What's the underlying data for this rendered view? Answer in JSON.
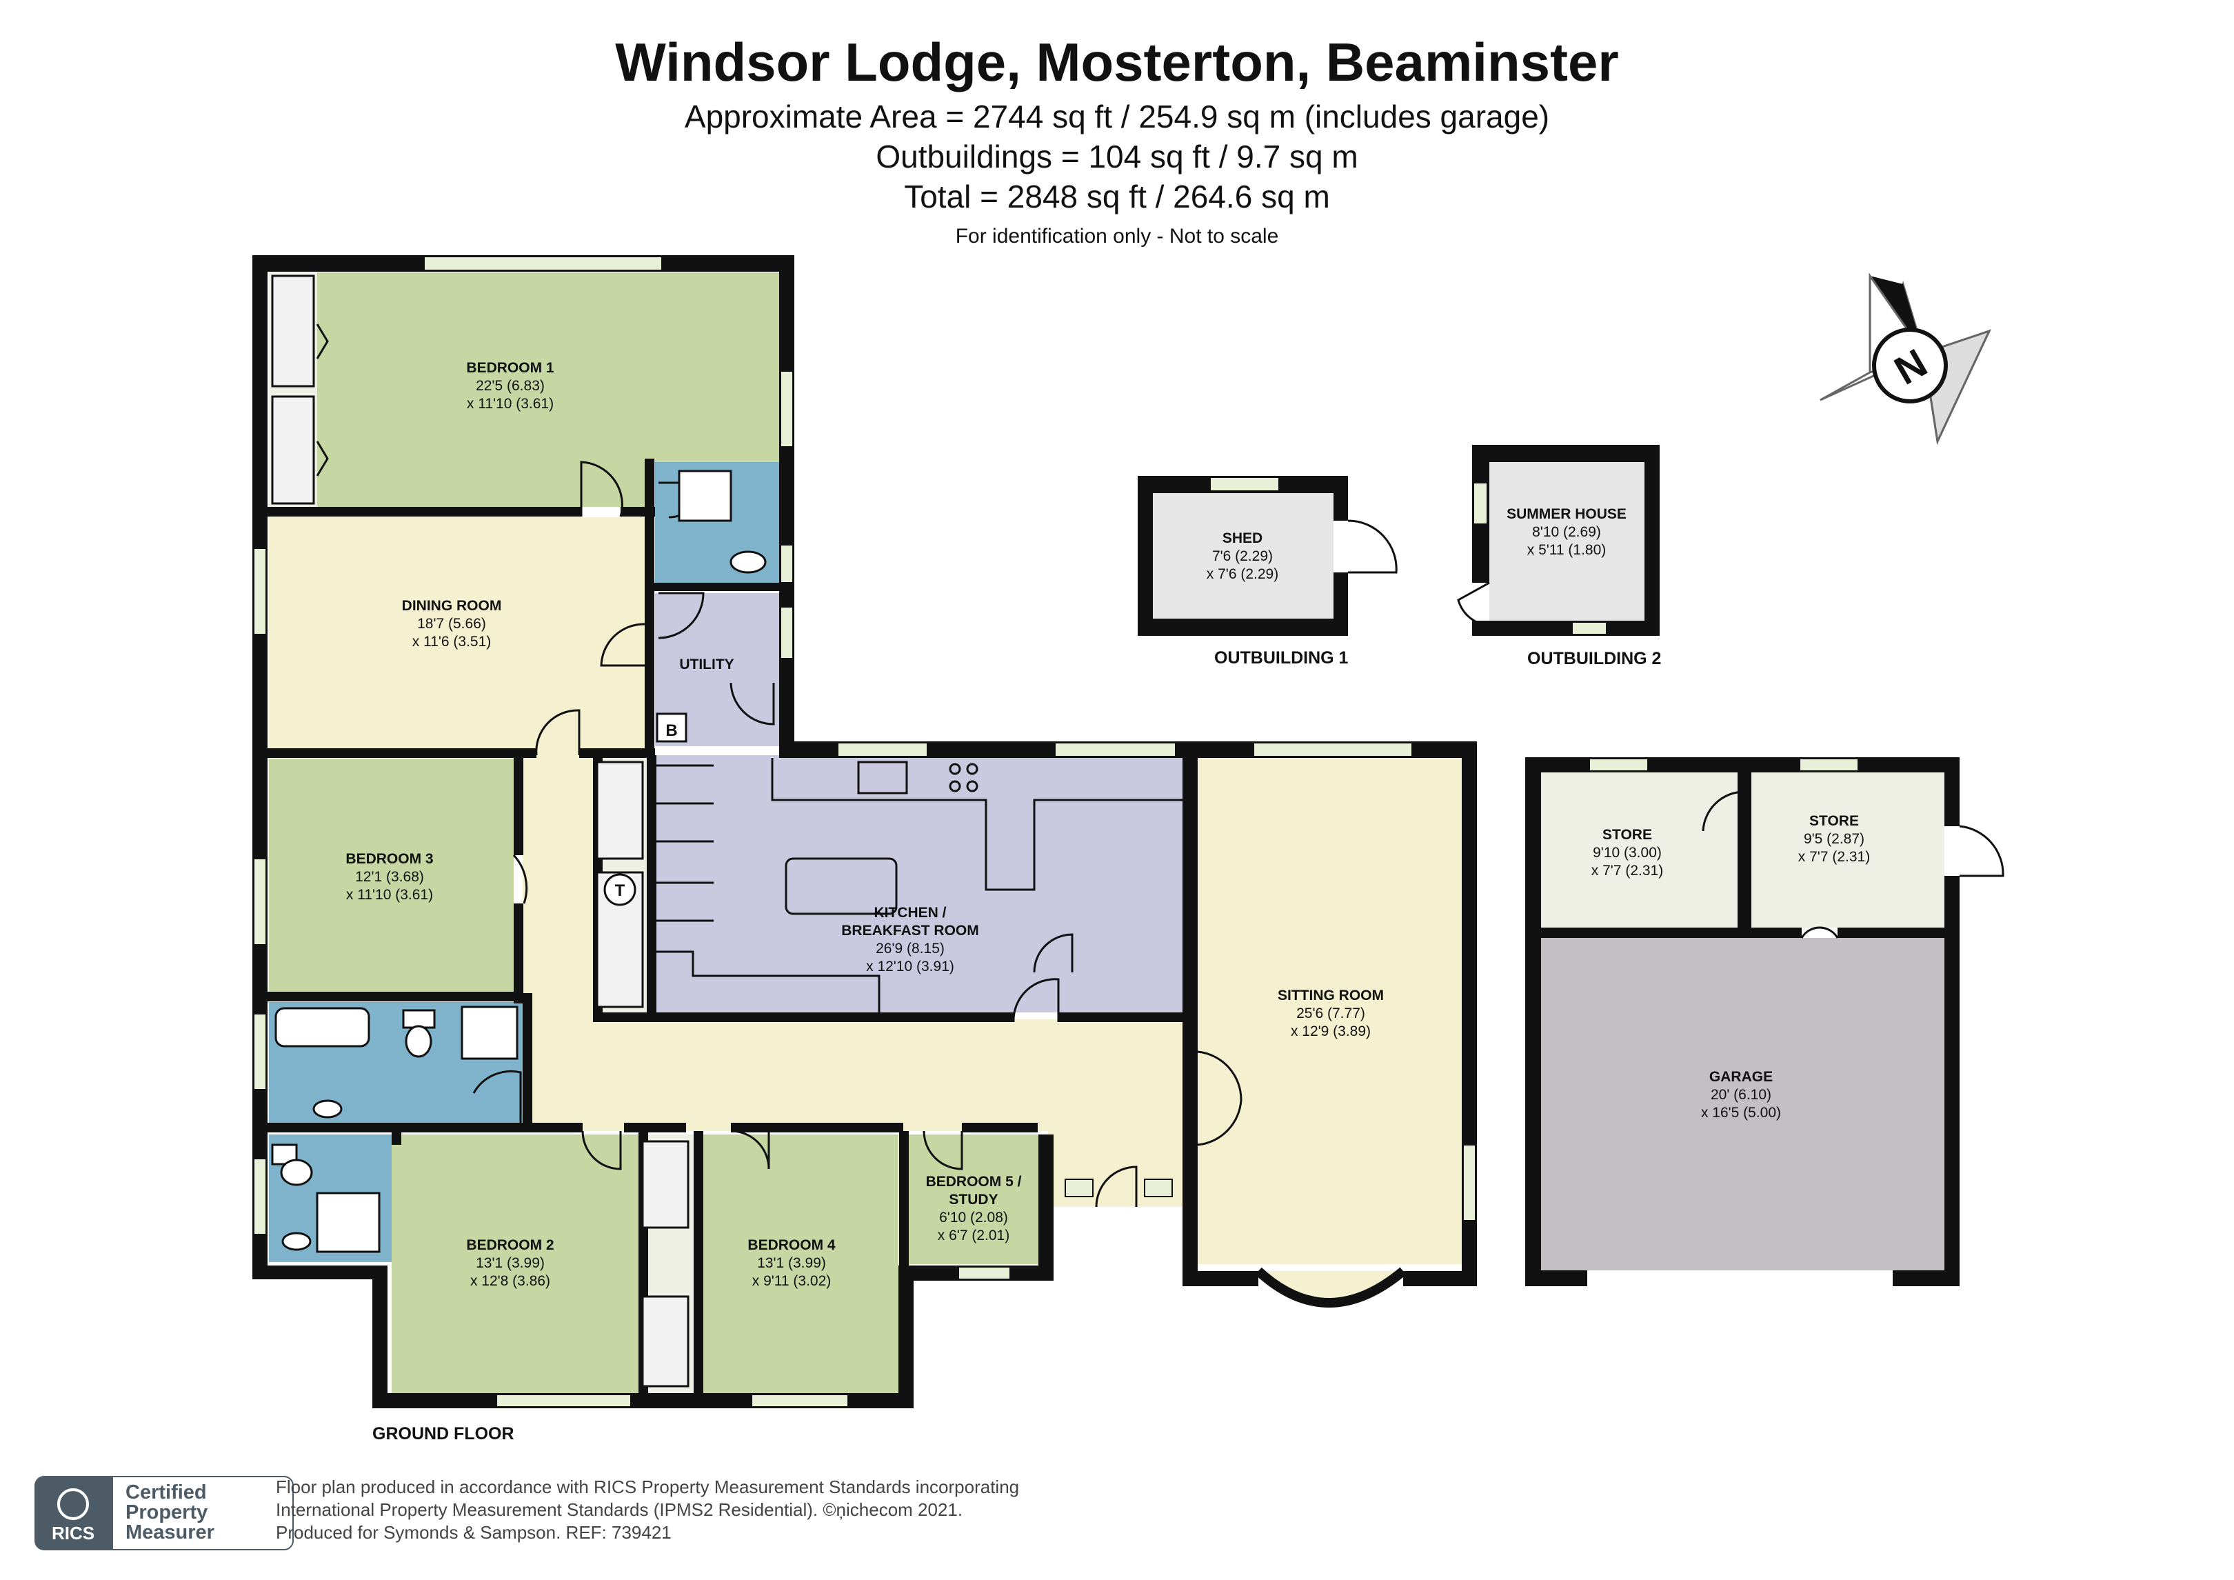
{
  "header": {
    "title": "Windsor Lodge, Mosterton, Beaminster",
    "area": "Approximate Area = 2744 sq ft / 254.9 sq m (includes garage)",
    "outbuildings": "Outbuildings = 104 sq ft / 9.7 sq m",
    "total": "Total = 2848 sq ft / 264.6 sq m",
    "disclaimer": "For identification only - Not to scale"
  },
  "compass": {
    "label": "N"
  },
  "colors": {
    "bedroom": "#c6d7a4",
    "dining": "#f5f0cf",
    "hall": "#f5f0cf",
    "kitchen": "#c9cadf",
    "bathroom": "#7fb3cc",
    "garage": "#c3bfc2",
    "store": "#eef0e6",
    "outbuilding": "#e6e6e6",
    "wall": "#111111"
  },
  "rooms": {
    "bedroom1": {
      "name": "BEDROOM 1",
      "dim1": "22'5 (6.83)",
      "dim2": "x 11'10 (3.61)"
    },
    "dining": {
      "name": "DINING ROOM",
      "dim1": "18'7 (5.66)",
      "dim2": "x 11'6 (3.51)"
    },
    "utility": {
      "name": "UTILITY"
    },
    "bedroom3": {
      "name": "BEDROOM 3",
      "dim1": "12'1 (3.68)",
      "dim2": "x 11'10 (3.61)"
    },
    "kitchen": {
      "name1": "KITCHEN /",
      "name2": "BREAKFAST ROOM",
      "dim1": "26'9 (8.15)",
      "dim2": "x 12'10 (3.91)"
    },
    "sitting": {
      "name": "SITTING ROOM",
      "dim1": "25'6 (7.77)",
      "dim2": "x 12'9 (3.89)"
    },
    "bedroom2": {
      "name": "BEDROOM 2",
      "dim1": "13'1 (3.99)",
      "dim2": "x 12'8 (3.86)"
    },
    "bedroom4": {
      "name": "BEDROOM 4",
      "dim1": "13'1 (3.99)",
      "dim2": "x 9'11 (3.02)"
    },
    "bedroom5": {
      "name1": "BEDROOM 5 /",
      "name2": "STUDY",
      "dim1": "6'10 (2.08)",
      "dim2": "x 6'7 (2.01)"
    },
    "shed": {
      "name": "SHED",
      "dim1": "7'6 (2.29)",
      "dim2": "x 7'6 (2.29)"
    },
    "summer": {
      "name": "SUMMER HOUSE",
      "dim1": "8'10 (2.69)",
      "dim2": "x 5'11 (1.80)"
    },
    "store1": {
      "name": "STORE",
      "dim1": "9'10 (3.00)",
      "dim2": "x 7'7 (2.31)"
    },
    "store2": {
      "name": "STORE",
      "dim1": "9'5 (2.87)",
      "dim2": "x 7'7 (2.31)"
    },
    "garage": {
      "name": "GARAGE",
      "dim1": "20' (6.10)",
      "dim2": "x 16'5 (5.00)"
    }
  },
  "fixtures": {
    "boiler": "B",
    "tank": "T"
  },
  "floor_labels": {
    "ground": "GROUND FLOOR",
    "outbuilding1": "OUTBUILDING 1",
    "outbuilding2": "OUTBUILDING 2"
  },
  "footer": {
    "badge_org": "RICS",
    "badge_line1": "Certified",
    "badge_line2": "Property",
    "badge_line3": "Measurer",
    "line1": "Floor plan produced in accordance with RICS Property Measurement Standards incorporating",
    "line2": "International Property Measurement Standards (IPMS2 Residential).   ©ņichecom 2021.",
    "line3": "Produced for Symonds & Sampson.    REF:  739421"
  }
}
